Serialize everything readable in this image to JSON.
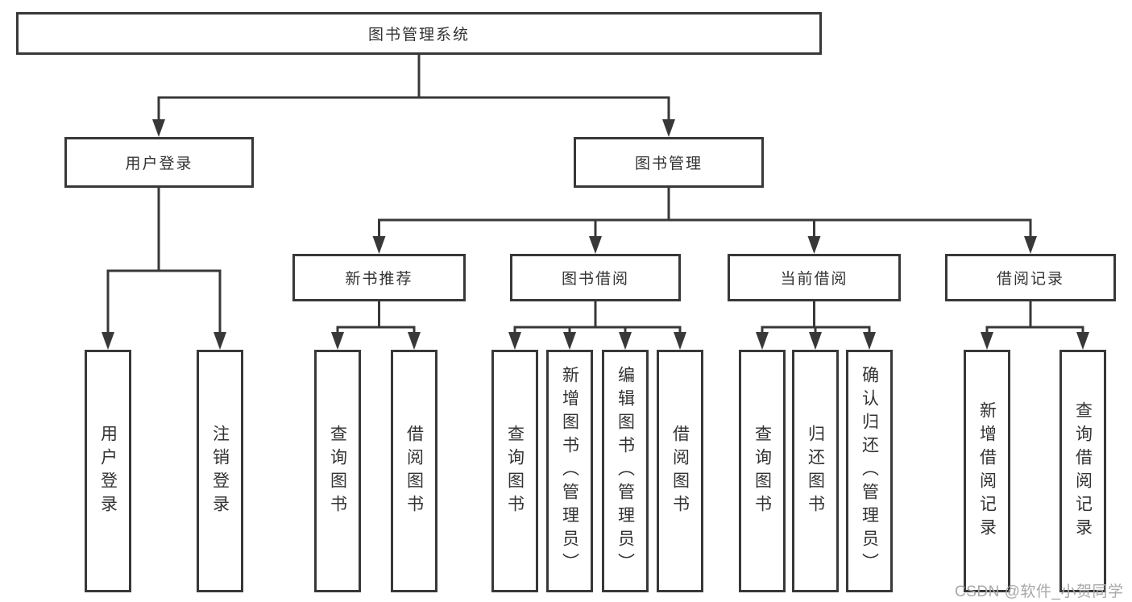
{
  "diagram": {
    "type": "hierarchy-tree",
    "tree": {
      "root": "图书管理系统",
      "branches": [
        {
          "label": "用户登录",
          "children": [
            "用户登录",
            "注销登录"
          ]
        },
        {
          "label": "图书管理",
          "groups": [
            {
              "label": "新书推荐",
              "children": [
                "查询图书",
                "借阅图书"
              ]
            },
            {
              "label": "图书借阅",
              "children": [
                "查询图书",
                "新增图书（管理员）",
                "编辑图书（管理员）",
                "借阅图书"
              ]
            },
            {
              "label": "当前借阅",
              "children": [
                "查询图书",
                "归还图书",
                "确认归还（管理员）"
              ]
            },
            {
              "label": "借阅记录",
              "children": [
                "新增借阅记录",
                "查询借阅记录"
              ]
            }
          ]
        }
      ]
    },
    "colors": {
      "line": "#383838",
      "box_border": "#383838",
      "box_fill": "#ffffff",
      "text": "#333333",
      "watermark": "#a8a8a8",
      "background": "#ffffff"
    }
  },
  "watermark": "CSDN @软件_小贺同学"
}
